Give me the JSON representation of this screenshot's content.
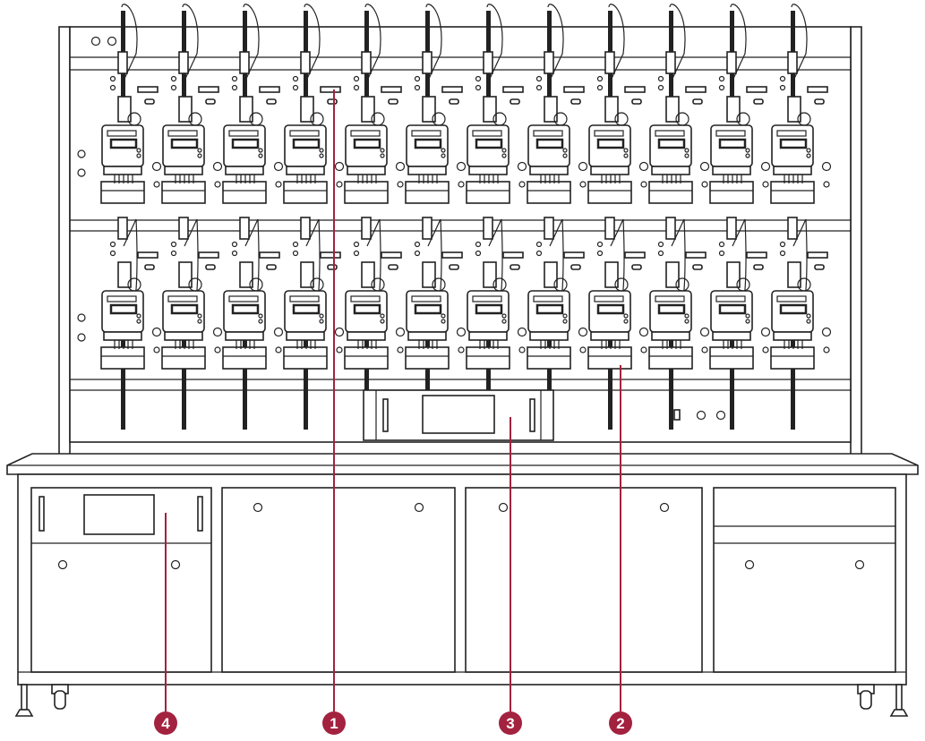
{
  "diagram": {
    "type": "meter test bench line drawing",
    "meter_columns": 12,
    "meter_rows": 2,
    "callout_color": "#a3223f",
    "line_color": "#222222",
    "callouts": [
      {
        "label": "1",
        "target": "meter-mounting-panel"
      },
      {
        "label": "2",
        "target": "test-terminal-block"
      },
      {
        "label": "3",
        "target": "upper-control-display"
      },
      {
        "label": "4",
        "target": "cabinet-control-display"
      }
    ]
  }
}
